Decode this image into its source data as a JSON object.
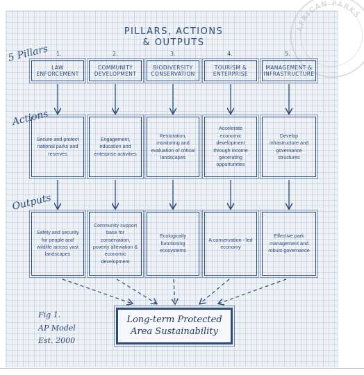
{
  "title": {
    "line1": "PILLARS, ACTIONS",
    "line2": "& OUTPUTS"
  },
  "seal_text": "AFRICAN PARKS",
  "side_labels": {
    "pillars": "5 Pillars",
    "actions": "Actions",
    "outputs": "Outputs"
  },
  "columns": [
    {
      "number": "1.",
      "pillar": "Law Enforcement",
      "action": "Secure and protect national parks and reserves",
      "output": "Safety and security for people and wildlife across vast landscapes"
    },
    {
      "number": "2.",
      "pillar": "Community Development",
      "action": "Engagement, education and enterprise activities",
      "output": "Community support base for conservation, poverty alleviation & economic development"
    },
    {
      "number": "3.",
      "pillar": "Biodiversity Conservation",
      "action": "Restoration, monitoring and evaluation of critical landscapes",
      "output": "Ecologically functioning ecosystems"
    },
    {
      "number": "4.",
      "pillar": "Tourism & Enterprise",
      "action": "Accelerate economic development through income generating opportunities",
      "output": "A conservation - led economy"
    },
    {
      "number": "5.",
      "pillar": "Management & Infrastructure",
      "action": "Develop infrastructure and governance structures",
      "output": "Effective park management and robust governance"
    }
  ],
  "final_box": {
    "line1": "Long-term Protected",
    "line2": "Area Sustainability"
  },
  "figure_note": {
    "line1": "Fig 1.",
    "line2": "AP Model",
    "line3": "Est. 2000"
  },
  "colors": {
    "ink": "#2b4a7e",
    "paper": "#eef2f6",
    "grid": "#aab8cc"
  }
}
